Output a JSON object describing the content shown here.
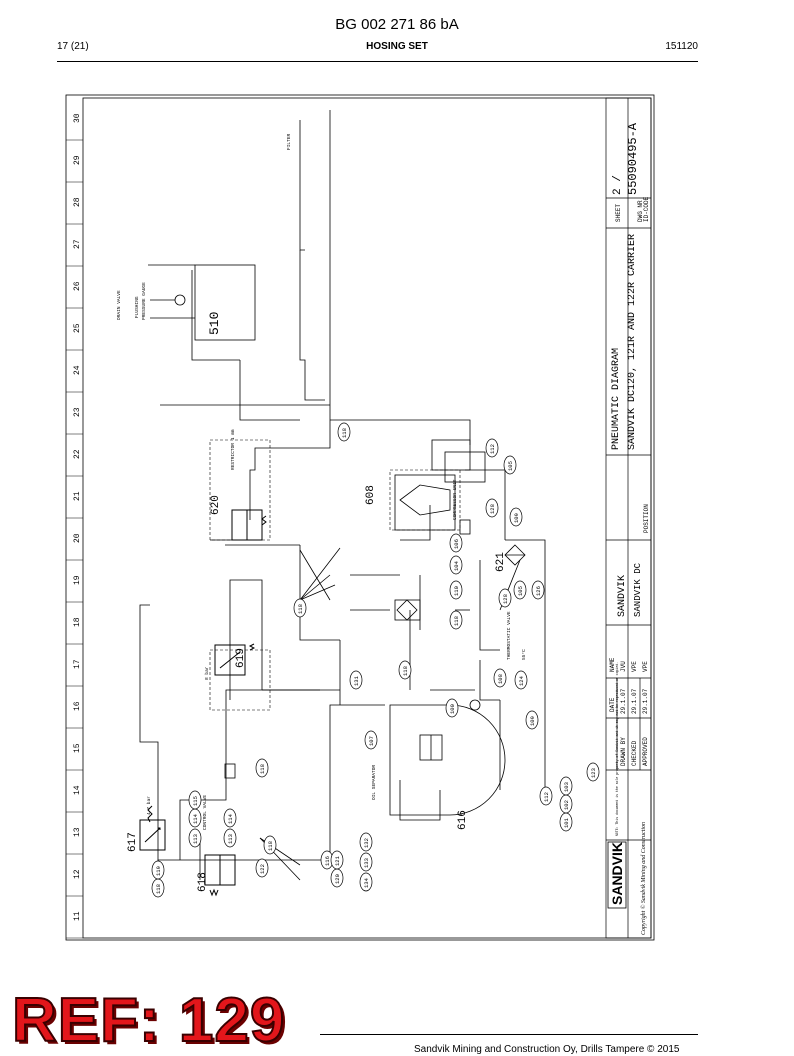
{
  "header": {
    "doc_id": "BG 002 271 86 bA",
    "page": "17 (21)",
    "title": "HOSING SET",
    "date_code": "151120"
  },
  "diagram": {
    "grid_numbers": [
      "11",
      "12",
      "13",
      "14",
      "15",
      "16",
      "17",
      "18",
      "19",
      "20",
      "21",
      "22",
      "23",
      "24",
      "25",
      "26",
      "27",
      "28",
      "29",
      "30"
    ],
    "components": {
      "c617": "617",
      "c618": "618",
      "c619": "619",
      "c620": "620",
      "c608": "608",
      "c616": "616",
      "c621": "621",
      "c510": "510"
    },
    "balloons": [
      "118",
      "119",
      "113",
      "114",
      "115",
      "113",
      "114",
      "122",
      "118",
      "116",
      "120",
      "121",
      "134",
      "133",
      "132",
      "101",
      "102",
      "103",
      "112",
      "123",
      "107",
      "118",
      "131",
      "118",
      "100",
      "109",
      "124",
      "108",
      "105",
      "126",
      "128",
      "118",
      "110",
      "104",
      "106",
      "128",
      "112",
      "105",
      "109",
      "118",
      "118"
    ],
    "title_block": {
      "sheet_label": "SHEET",
      "sheet_value": "2 /",
      "dwg_label": "DWG NR",
      "dwg_value": "55090495-A",
      "id_code": "ID-CODE",
      "title_line1": "PNEUMATIC DIAGRAM",
      "title_line2": "SANDVIK DC120, 121R AND 122R CARRIER",
      "company": "SANDVIK",
      "company_full": "SANDVIK DC",
      "position_label": "POSITION",
      "date_header": "DATE",
      "name_header": "NAME",
      "drawn_label": "DRAWN BY",
      "drawn_date": "29.1.07",
      "drawn_name": "JVU",
      "checked_label": "CHECKED",
      "checked_date": "29.1.07",
      "checked_name": "VPE",
      "approved_label": "APPROVED",
      "approved_date": "29.1.07",
      "approved_name": "VPE",
      "logo": "SANDVIK",
      "copyright": "Copyright © Sandvik Mining and Construction",
      "notice": "NOTE: This document is the sole property of Sandvik and it may not be reproduced or copied."
    },
    "labels": {
      "oil_separator": "OIL SEPARATOR",
      "compressor_unit": "COMPRESSOR UNIT",
      "thermostatic_valve": "THERMOSTATIC VALVE",
      "temp": "55°C",
      "control_valve": "CONTROL VALVE",
      "pressure_gauge": "PRESSURE GAUGE",
      "flushing": "FLUSHING",
      "restrictor": "RESTRICTOR 1 mm",
      "drain_valve": "DRAIN VALVE",
      "filter": "FILTER",
      "bar_label": "8 bar",
      "pressure_label": "4-7 bar"
    }
  },
  "ref": "REF: 129",
  "footer": {
    "text": "Sandvik Mining and Construction Oy, Drills Tampere © 2015"
  }
}
